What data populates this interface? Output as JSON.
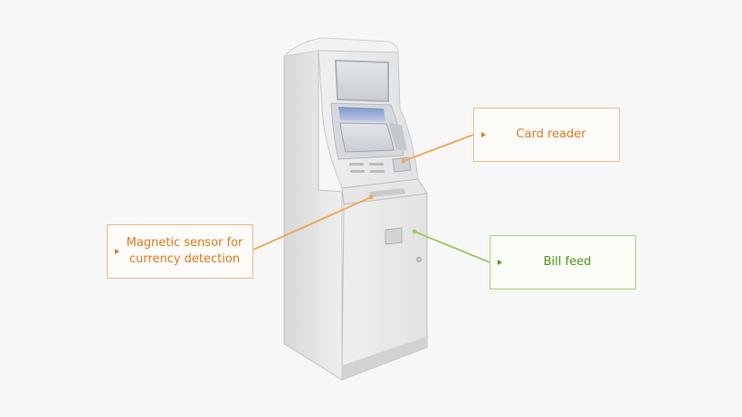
{
  "diagram": {
    "subject": "atm-kiosk",
    "callouts": {
      "card_reader": {
        "label": "Card reader",
        "color": "#e07b1f"
      },
      "magnetic_sensor": {
        "label": "Magnetic sensor for\ncurrency detection",
        "color": "#e07b1f"
      },
      "bill_feed": {
        "label": "Bill feed",
        "color": "#4f9a14"
      }
    }
  }
}
